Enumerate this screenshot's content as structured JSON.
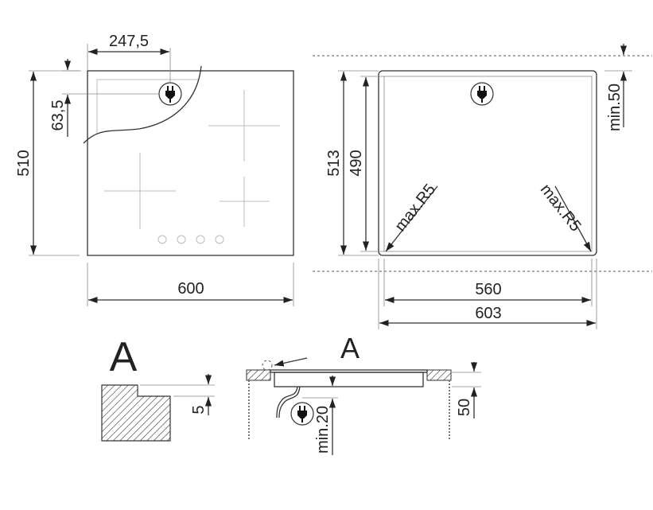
{
  "top_view": {
    "dim_plug_x": "247,5",
    "dim_plug_y": "63,5",
    "dim_depth": "510",
    "dim_width": "600"
  },
  "cutout_view": {
    "dim_clearance": "min.50",
    "dim_outer_depth": "513",
    "dim_inner_depth": "490",
    "radius_left": "max.R5",
    "radius_right": "max.R5",
    "dim_inner_width": "560",
    "dim_outer_width": "603"
  },
  "detail_a": {
    "label": "A",
    "dim_step": "5"
  },
  "section_view": {
    "detail_label": "A",
    "dim_min_gap": "min.20",
    "dim_worktop": "50"
  },
  "icons": [
    "plug-icon",
    "plug-icon",
    "plug-icon"
  ]
}
